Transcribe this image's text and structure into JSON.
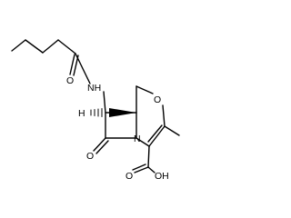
{
  "molecule": {
    "atoms": {
      "nh": "NH",
      "h_stereo": "H",
      "o_ring": "O",
      "n_ring": "N",
      "o_carbonyl_amide": "O",
      "o_carbonyl_lactam": "O",
      "oh": "OH",
      "o_acid": "O"
    }
  }
}
